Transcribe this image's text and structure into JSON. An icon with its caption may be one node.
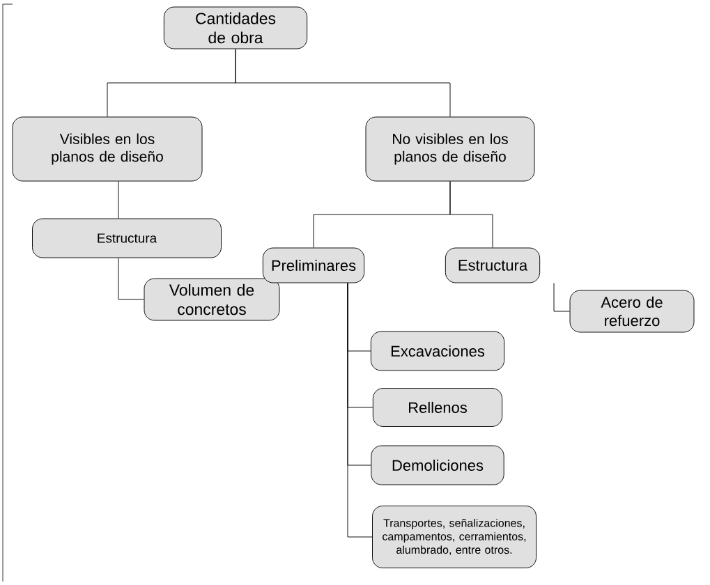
{
  "diagram": {
    "nodes": [
      {
        "text": [
          "Cantidades de obra"
        ]
      },
      {
        "text": [
          "Visibles en los planos de diseño"
        ]
      },
      {
        "text": [
          "No visibles en los planos de diseño"
        ]
      },
      {
        "text": [
          "Estructura"
        ]
      },
      {
        "text": [
          "Volumen de concretos"
        ]
      },
      {
        "text": [
          "Preliminares"
        ]
      },
      {
        "text": [
          "Estructura"
        ]
      },
      {
        "text": [
          "Acero de refuerzo"
        ]
      },
      {
        "text": [
          "Excavaciones"
        ]
      },
      {
        "text": [
          "Rellenos"
        ]
      },
      {
        "text": [
          "Demoliciones"
        ]
      },
      {
        "text": [
          "Transportes, señalizaciones, campamentos, cerramientos, alumbrado, entre otros."
        ]
      }
    ],
    "edges": [
      {
        "from": 0,
        "to": 1,
        "arrow": "none"
      },
      {
        "from": 0,
        "to": 2,
        "arrow": "none"
      },
      {
        "from": 1,
        "to": 3,
        "arrow": "none"
      },
      {
        "from": 3,
        "to": 4,
        "arrow": "none"
      },
      {
        "from": 2,
        "to": 5,
        "arrow": "none"
      },
      {
        "from": 2,
        "to": 6,
        "arrow": "none"
      },
      {
        "from": 6,
        "to": 7,
        "arrow": "none"
      },
      {
        "from": 5,
        "to": 8,
        "arrow": "none"
      },
      {
        "from": 5,
        "to": 9,
        "arrow": "none"
      },
      {
        "from": 5,
        "to": 10,
        "arrow": "none"
      },
      {
        "from": 5,
        "to": 11,
        "arrow": "none"
      }
    ]
  }
}
